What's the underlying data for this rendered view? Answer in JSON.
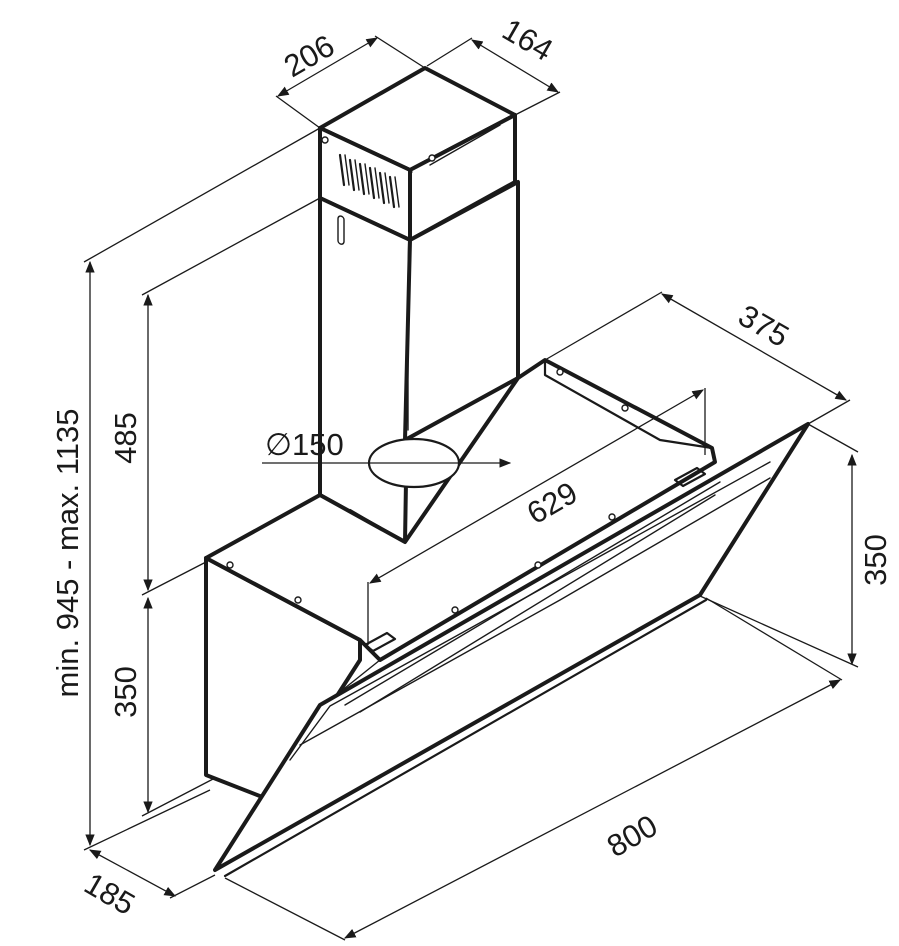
{
  "dimensions": {
    "chimney_width": "206",
    "chimney_depth": "164",
    "canopy_depth": "375",
    "total_height_range": "min. 945 - max. 1135",
    "chimney_height": "485",
    "body_height_left": "350",
    "body_height_right": "350",
    "duct_diameter": "∅150",
    "inner_width": "629",
    "overall_width": "800",
    "base_depth": "185"
  }
}
